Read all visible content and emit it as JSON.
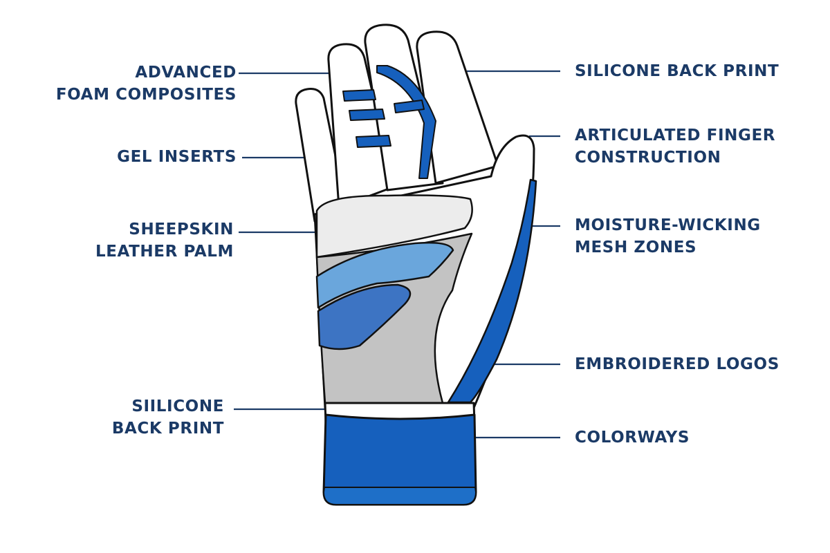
{
  "colors": {
    "label_text": "#1b3a66",
    "outline": "#111111",
    "glove_white": "#ffffff",
    "accent_blue": "#1660bd",
    "light_blue": "#6aa6dc",
    "mid_blue": "#3d74c3",
    "palm_gray": "#c3c3c3",
    "pad_gray": "#ececec"
  },
  "labels": {
    "advanced_foam": [
      "ADVANCED",
      "FOAM COMPOSITES"
    ],
    "gel_inserts": [
      "GEL INSERTS"
    ],
    "sheepskin_palm": [
      "SHEEPSKIN",
      "LEATHER PALM"
    ],
    "siilicone_back_print": [
      "SIILICONE",
      "BACK PRINT"
    ],
    "silicone_back_print": [
      "SILICONE BACK PRINT"
    ],
    "articulated_finger": [
      "ARTICULATED FINGER",
      "CONSTRUCTION"
    ],
    "moisture_wicking": [
      "MOISTURE-WICKING",
      "MESH ZONES"
    ],
    "embroidered_logos": [
      "EMBROIDERED LOGOS"
    ],
    "colorways": [
      "COLORWAYS"
    ]
  },
  "illustration": {
    "subject": "batting-glove"
  }
}
